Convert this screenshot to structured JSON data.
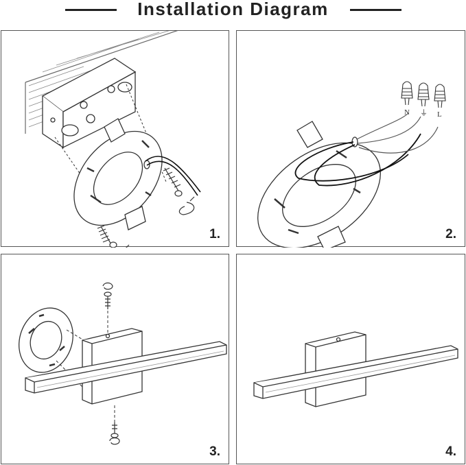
{
  "header": {
    "title": "Installation Diagram"
  },
  "steps": [
    {
      "number": "1."
    },
    {
      "number": "2."
    },
    {
      "number": "3."
    },
    {
      "number": "4."
    }
  ],
  "wire_labels": {
    "neutral": "N",
    "ground": "⏚",
    "live": "L"
  }
}
